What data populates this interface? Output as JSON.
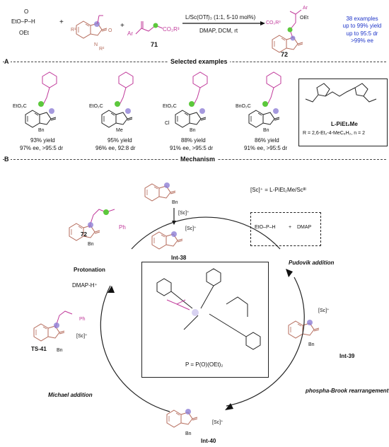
{
  "header": {
    "reagent_1": "EtO–P–H",
    "reagent_1_sub": "OEt",
    "reagent_1_o": "O",
    "plus_1": "+",
    "plus_2": "+",
    "compound_71": "71",
    "compound_72": "72",
    "conditions_top": "L/Sc(OTf)₃ (1:1, 5-10 mol%)",
    "conditions_bottom": "DMAP, DCM, rt",
    "summary": [
      "38 examples",
      "up to 99% yield",
      "up to 95:5 dr",
      ">99% ee"
    ],
    "labels": {
      "r1": "R¹",
      "r2": "R²",
      "r3": "R³",
      "ar": "Ar",
      "co2r3": "CO₂R³",
      "o": "O",
      "n": "N"
    }
  },
  "section_a": {
    "letter": "A",
    "title": "Selected examples",
    "examples": [
      {
        "substituent": "",
        "ester": "EtO₂C",
        "n_sub": "Bn",
        "yield": "93% yield",
        "selectivity": "97% ee, >95:5 dr"
      },
      {
        "substituent": "",
        "ester": "EtO₂C",
        "n_sub": "Me",
        "yield": "95% yield",
        "selectivity": "96% ee, 92:8 dr"
      },
      {
        "substituent": "Cl",
        "ester": "EtO₂C",
        "n_sub": "Bn",
        "yield": "88% yield",
        "selectivity": "91% ee, >95:5 dr"
      },
      {
        "substituent": "",
        "ester": "BnO₂C",
        "n_sub": "Bn",
        "yield": "86% yield",
        "selectivity": "91% ee, >95:5 dr"
      }
    ],
    "ligand": {
      "name": "L-PiEt₂Me",
      "r_def": "R = 2,6-Et₂-4-MeC₆H₂, n = 2"
    }
  },
  "section_b": {
    "letter": "B",
    "title": "Mechanism",
    "catalyst_def": "[Sc]⁺ = L-PiEt₂Me/Scᴵᴵᴵ",
    "sc_label": "[Sc]⁺",
    "intermediates": [
      "Int-38",
      "Int-39",
      "Int-40",
      "TS-41",
      "72"
    ],
    "steps": [
      "Pudovik addition",
      "phospha-Brook rearrangement",
      "Michael addition",
      "Protonation"
    ],
    "dmap": "DMAP",
    "dmap_h": "DMAP-H⁺",
    "phosphite": "EtO–P–H",
    "ts_p_def": "P = P(O)(OEt)₂",
    "n_bn": "Bn",
    "ph": "Ph"
  },
  "colors": {
    "magenta": "#c0399a",
    "blue": "#1f36c9",
    "green_atom": "#5cc83c",
    "purple_atom": "#8f7fd6",
    "salmon": "#b46a5a",
    "pink_bg": "#e08ac8"
  }
}
